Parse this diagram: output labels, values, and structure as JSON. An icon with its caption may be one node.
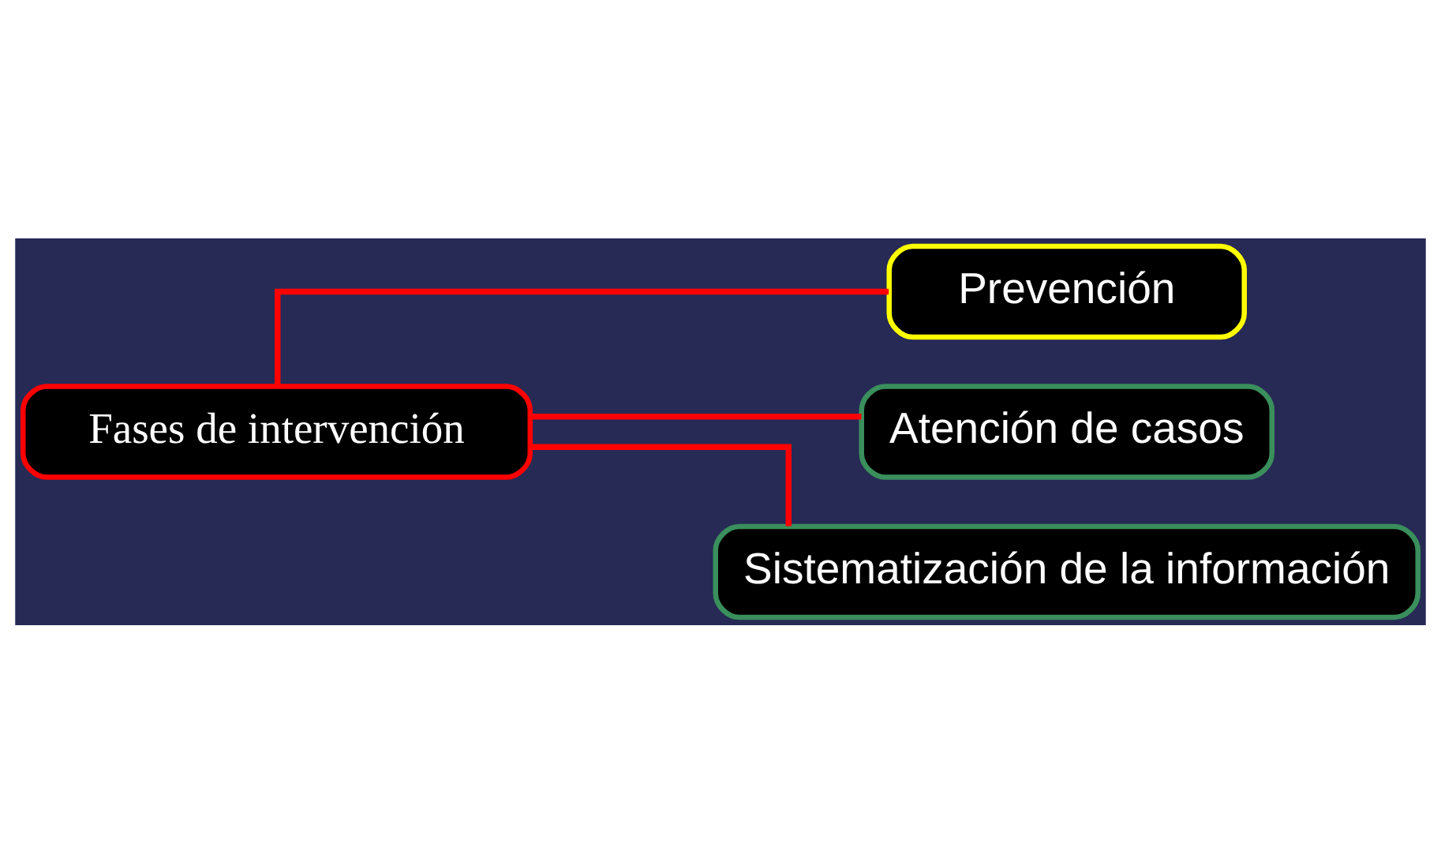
{
  "diagram": {
    "nodes": [
      {
        "text": [
          "Fases de intervención"
        ]
      },
      {
        "text": [
          "Prevención"
        ]
      },
      {
        "text": [
          "Atención de casos"
        ]
      },
      {
        "text": [
          "Sistematización de la información"
        ]
      }
    ],
    "edges": [
      {
        "from": 0,
        "to": 1,
        "arrow": "none"
      },
      {
        "from": 0,
        "to": 2,
        "arrow": "none"
      },
      {
        "from": 0,
        "to": 3,
        "arrow": "none"
      }
    ]
  }
}
